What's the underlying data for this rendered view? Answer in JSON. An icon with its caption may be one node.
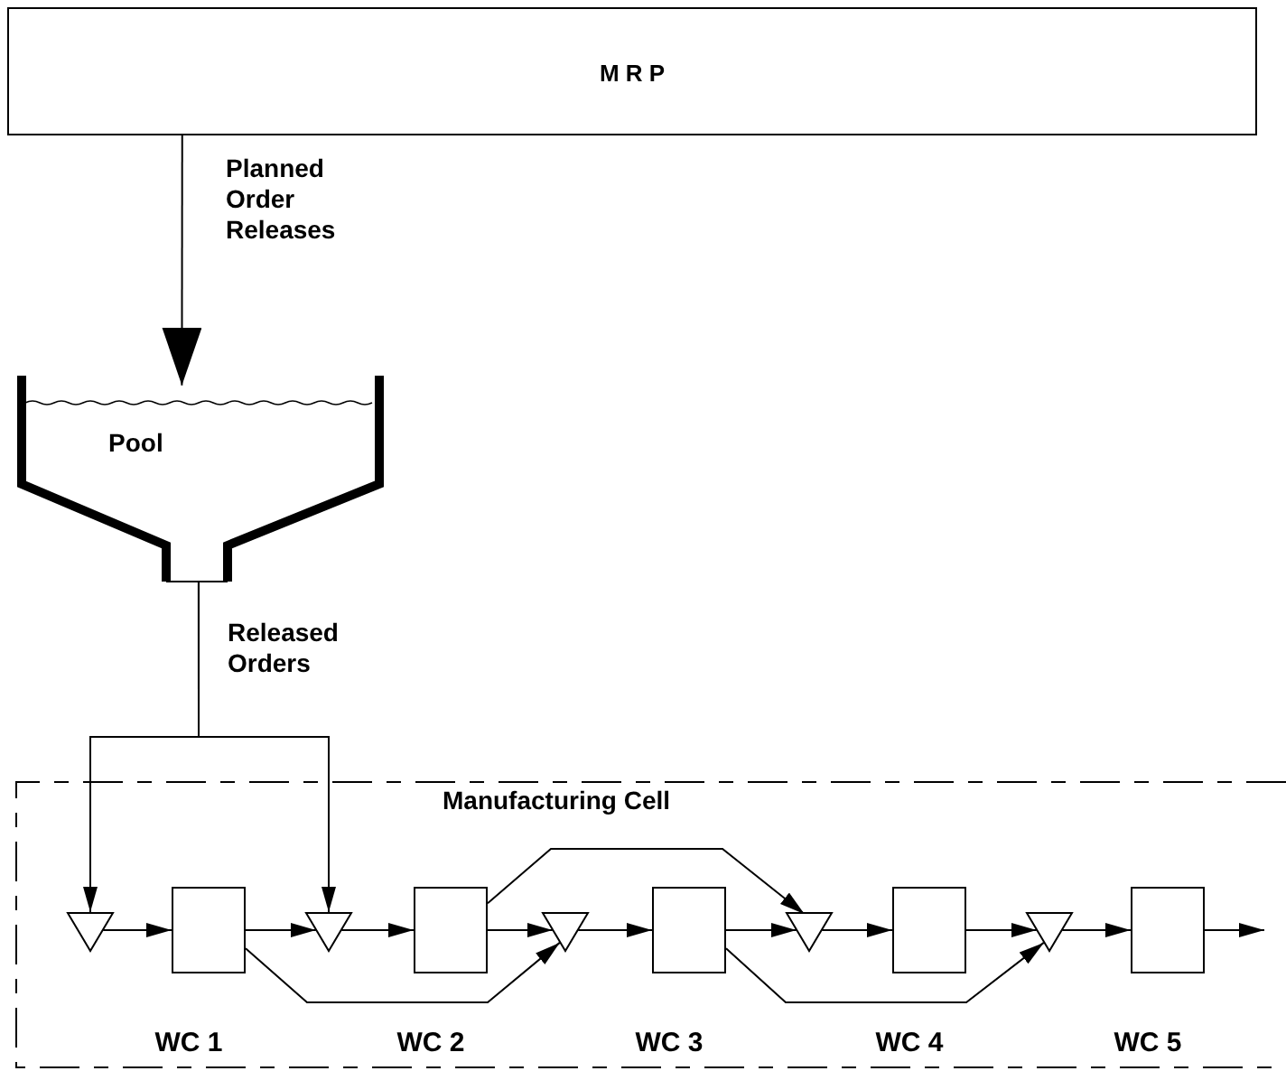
{
  "diagram": {
    "nodes": [
      {
        "text": [
          "M R P"
        ]
      },
      {
        "text": [
          "Pool"
        ]
      },
      {
        "text": [
          "Manufacturing Cell"
        ]
      },
      {
        "text": [],
        "shape": "triangle",
        "in": 2
      },
      {
        "text": [],
        "shape": "box",
        "in": 2,
        "beside": [
          "WC 1"
        ]
      },
      {
        "text": [],
        "shape": "triangle",
        "in": 2
      },
      {
        "text": [],
        "shape": "box",
        "in": 2,
        "beside": [
          "WC 2"
        ]
      },
      {
        "text": [],
        "shape": "triangle",
        "in": 2
      },
      {
        "text": [],
        "shape": "box",
        "in": 2,
        "beside": [
          "WC 3"
        ]
      },
      {
        "text": [],
        "shape": "triangle",
        "in": 2
      },
      {
        "text": [],
        "shape": "box",
        "in": 2,
        "beside": [
          "WC 4"
        ]
      },
      {
        "text": [],
        "shape": "triangle",
        "in": 2
      },
      {
        "text": [],
        "shape": "box",
        "in": 2,
        "beside": [
          "WC 5"
        ]
      }
    ],
    "edges": [
      {
        "from": 0,
        "to": 1,
        "arrow": "to",
        "label": "Planned Order Releases"
      },
      {
        "from": 1,
        "to": 3,
        "arrow": "to",
        "label": "Released Orders"
      },
      {
        "from": 1,
        "to": 5,
        "arrow": "to"
      },
      {
        "from": 3,
        "to": 4,
        "arrow": "to"
      },
      {
        "from": 4,
        "to": 5,
        "arrow": "to"
      },
      {
        "from": 5,
        "to": 6,
        "arrow": "to"
      },
      {
        "from": 6,
        "to": 7,
        "arrow": "to"
      },
      {
        "from": 7,
        "to": 8,
        "arrow": "to"
      },
      {
        "from": 8,
        "to": 9,
        "arrow": "to"
      },
      {
        "from": 9,
        "to": 10,
        "arrow": "to"
      },
      {
        "from": 10,
        "to": 11,
        "arrow": "to"
      },
      {
        "from": 11,
        "to": 12,
        "arrow": "to"
      },
      {
        "from": 12,
        "to": null,
        "arrow": "to"
      },
      {
        "from": 4,
        "to": 7,
        "arrow": "to"
      },
      {
        "from": 6,
        "to": 9,
        "arrow": "to"
      },
      {
        "from": 8,
        "to": 11,
        "arrow": "to"
      }
    ]
  }
}
